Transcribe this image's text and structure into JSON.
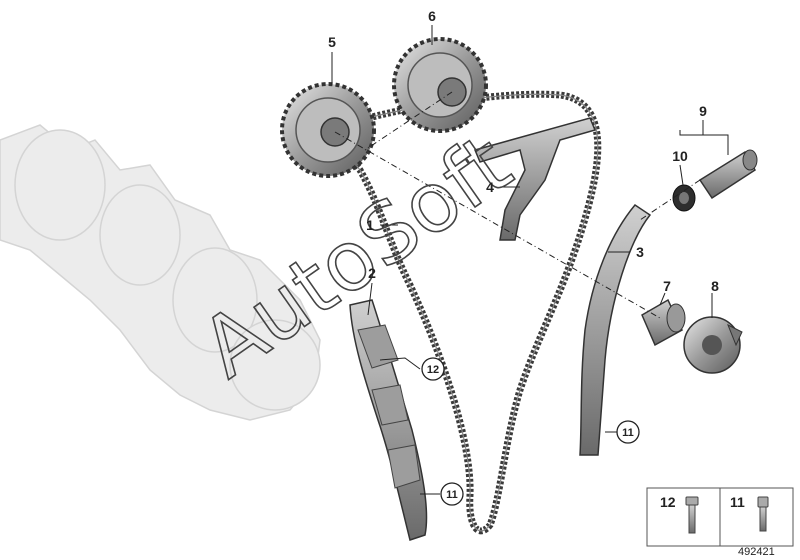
{
  "watermark": "AutoSoft",
  "callouts": {
    "c1": "1",
    "c2": "2",
    "c3": "3",
    "c4": "4",
    "c5": "5",
    "c6": "6",
    "c7": "7",
    "c8": "8",
    "c9": "9",
    "c10": "10",
    "c11": "11",
    "c12": "12"
  },
  "legend": {
    "item_a": "12",
    "item_b": "11"
  },
  "diagram_number": "492421"
}
